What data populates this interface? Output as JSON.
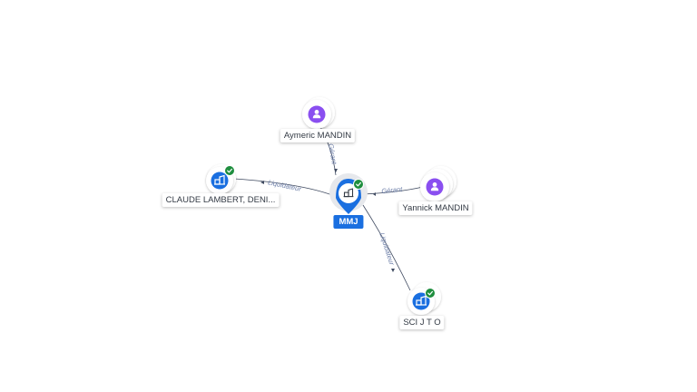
{
  "colors": {
    "company": "#1a6fe0",
    "person": "#8a4ff0",
    "check": "#1e8e3e",
    "edge": "#3f4a60",
    "edge_label": "#6c7ea8"
  },
  "center": {
    "label": "MMJ",
    "icon": "building-icon"
  },
  "nodes": {
    "aymeric": {
      "label": "Aymeric MANDIN",
      "icon": "person-icon"
    },
    "yannick": {
      "label": "Yannick MANDIN",
      "icon": "person-icon"
    },
    "claude": {
      "label": "CLAUDE LAMBERT, DENI...",
      "icon": "building-icon"
    },
    "scijto": {
      "label": "SCI J T O",
      "icon": "building-icon"
    }
  },
  "edges": {
    "aymeric": "Gérant",
    "yannick": "Gérant",
    "claude": "Liquidateur",
    "scijto": "Liquidateur"
  }
}
